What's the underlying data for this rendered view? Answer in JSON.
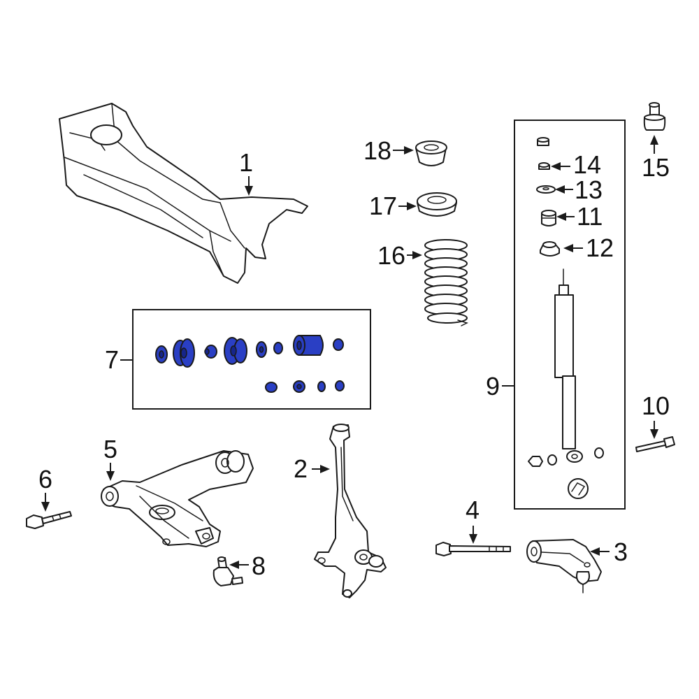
{
  "diagram": {
    "callouts": {
      "c1": "1",
      "c2": "2",
      "c3": "3",
      "c4": "4",
      "c5": "5",
      "c6": "6",
      "c7": "7",
      "c8": "8",
      "c9": "9",
      "c10": "10",
      "c11": "11",
      "c12": "12",
      "c13": "13",
      "c14": "14",
      "c15": "15",
      "c16": "16",
      "c17": "17",
      "c18": "18"
    },
    "colors": {
      "highlight": "#2a3fc4",
      "highlight_dark": "#16258a",
      "line": "#1a1a1a",
      "background": "#ffffff"
    },
    "highlighted_callout": "7"
  }
}
